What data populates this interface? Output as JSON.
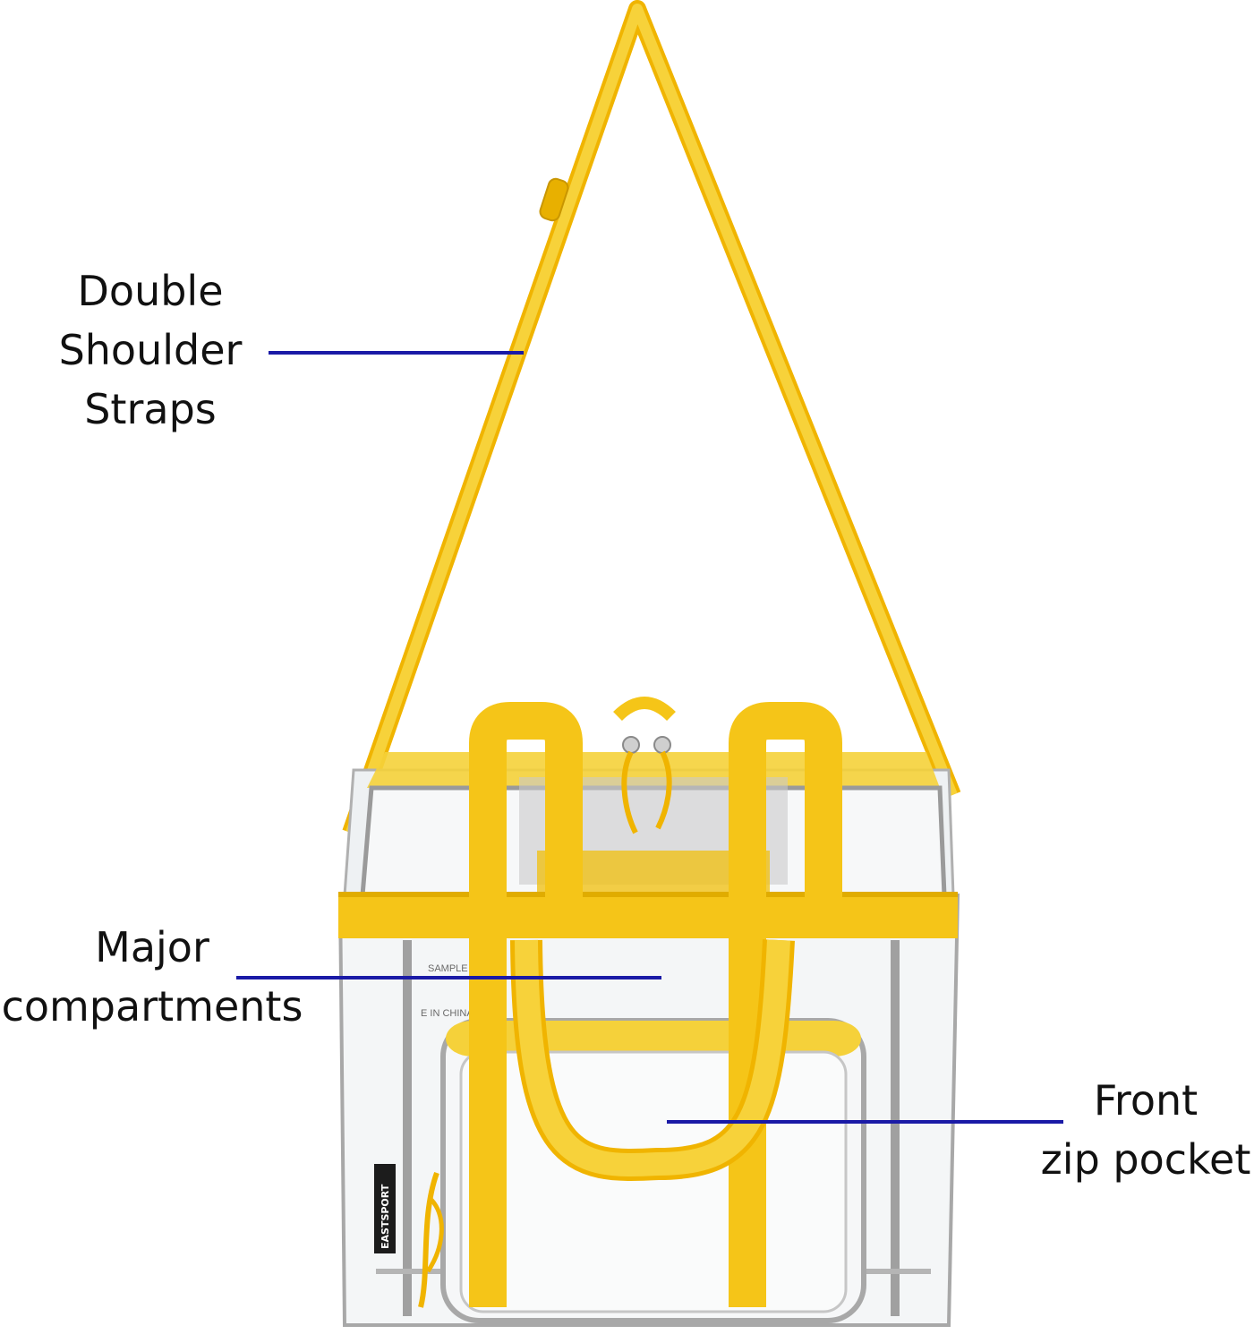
{
  "callouts": {
    "straps": {
      "lines": [
        "Double",
        "Shoulder",
        "Straps"
      ]
    },
    "major": {
      "lines": [
        "Major",
        "compartments"
      ]
    },
    "front": {
      "lines": [
        "Front",
        "zip pocket"
      ]
    }
  },
  "bag_print": {
    "brand": "EASTSPORT",
    "sample": "SAMPLE",
    "origin": "E IN CHINA"
  },
  "colors": {
    "strap": "#f5c518",
    "leader": "#1a1aa6",
    "trim": "#9a9a9a"
  }
}
